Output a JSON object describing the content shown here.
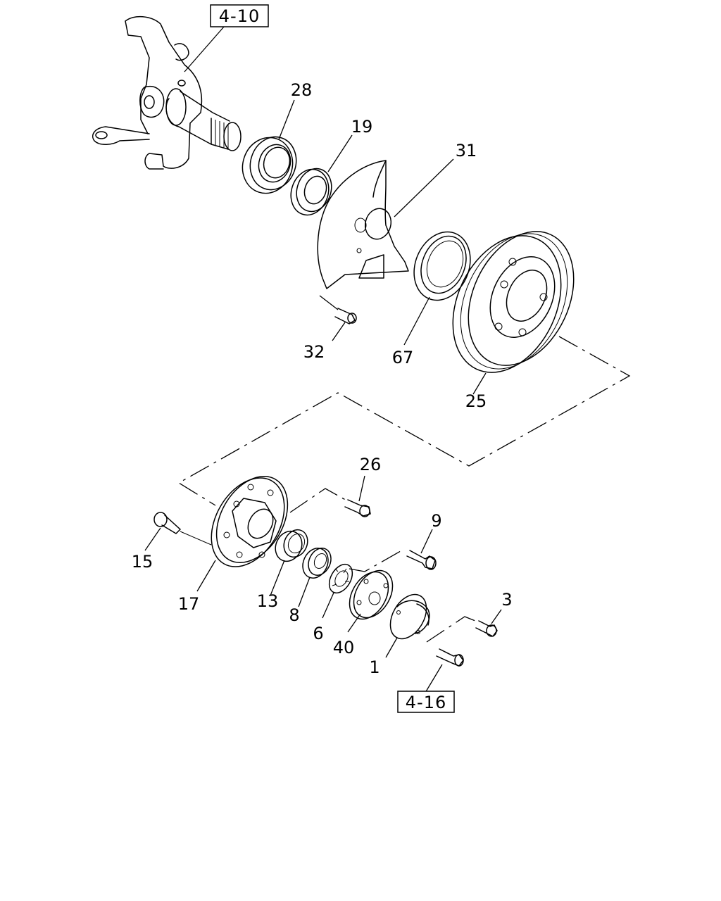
{
  "references": {
    "top": "4-10",
    "bottom": "4-16"
  },
  "callouts": {
    "p28": "28",
    "p19": "19",
    "p31": "31",
    "p32": "32",
    "p67": "67",
    "p25": "25",
    "p26": "26",
    "p9": "9",
    "p15": "15",
    "p17": "17",
    "p13": "13",
    "p8": "8",
    "p6": "6",
    "p40": "40",
    "p3": "3",
    "p1": "1"
  }
}
